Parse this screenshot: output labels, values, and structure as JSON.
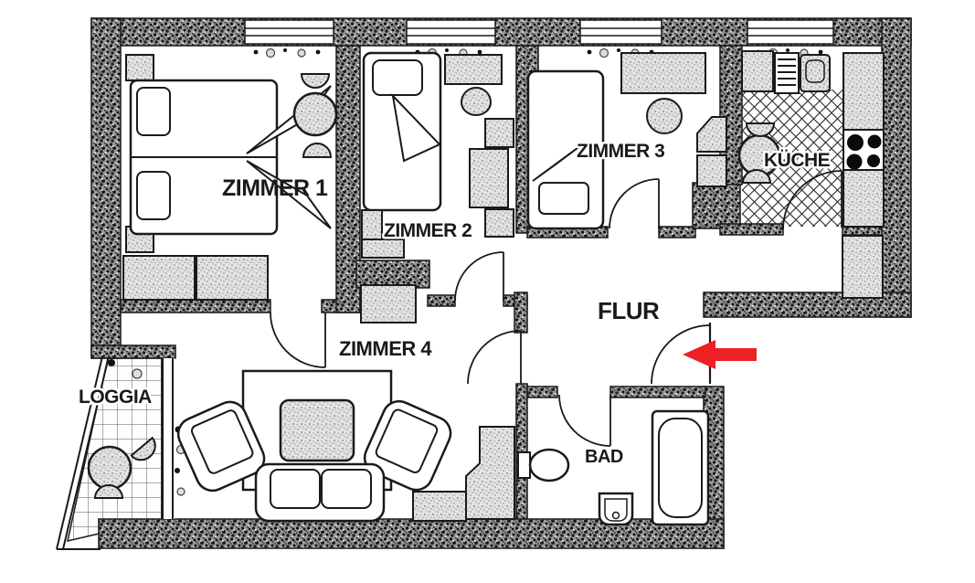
{
  "floorplan": {
    "type": "apartment-floorplan",
    "rooms": [
      {
        "id": "zimmer1",
        "label": "ZIMMER 1",
        "furniture": [
          "double-bed",
          "nightstand",
          "nightstand",
          "round-table",
          "stool",
          "stool",
          "wardrobe",
          "wardrobe"
        ]
      },
      {
        "id": "zimmer2",
        "label": "ZIMMER 2",
        "furniture": [
          "single-bed",
          "dresser",
          "stool",
          "desk",
          "chair",
          "chair",
          "cabinet"
        ]
      },
      {
        "id": "zimmer3",
        "label": "ZIMMER 3",
        "furniture": [
          "single-bed",
          "wardrobe",
          "stool",
          "desk",
          "cabinet"
        ]
      },
      {
        "id": "zimmer4",
        "label": "ZIMMER 4",
        "furniture": [
          "rug",
          "coffee-table",
          "armchair",
          "armchair",
          "sofa",
          "corner-desk",
          "wardrobe"
        ]
      },
      {
        "id": "kueche",
        "label": "KÜCHE",
        "furniture": [
          "counter",
          "sink-drainboard",
          "counter",
          "stove-4-burners",
          "dining-table",
          "stool",
          "stool"
        ]
      },
      {
        "id": "flur",
        "label": "FLUR",
        "furniture": [
          "closet"
        ]
      },
      {
        "id": "loggia",
        "label": "LOGGIA",
        "furniture": [
          "round-table",
          "stool",
          "stool"
        ]
      },
      {
        "id": "bad",
        "label": "BAD",
        "furniture": [
          "toilet",
          "washbasin",
          "bathtub"
        ]
      }
    ],
    "doors": [
      "zimmer1-zimmer4",
      "zimmer2-flur",
      "zimmer3-flur",
      "kueche-flur",
      "zimmer4-flur",
      "bad-flur",
      "entrance"
    ],
    "windows": 4,
    "entrance_arrow": {
      "color": "#ed2024",
      "direction": "left",
      "meaning": "points-at-entrance-door"
    },
    "colors": {
      "background": "#ffffff",
      "wall_speckle": "#999999",
      "furniture_fill": "#e2e2e2",
      "line": "#1a1a1a",
      "arrow": "#ed2024"
    }
  }
}
